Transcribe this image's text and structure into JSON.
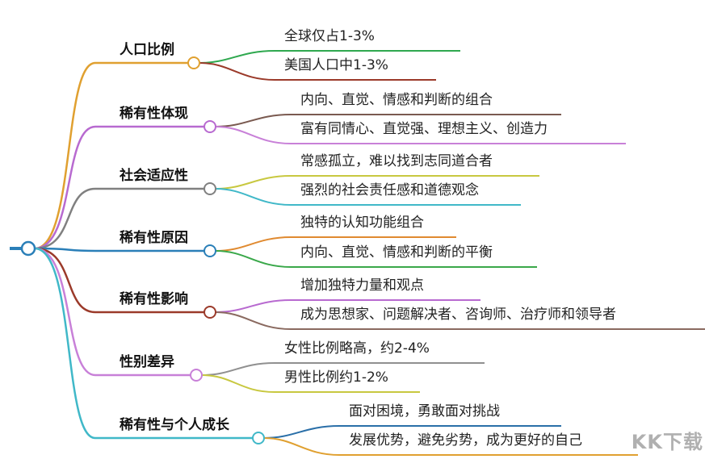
{
  "branches": [
    {
      "label": "人口比例",
      "color": "#e0a030",
      "leaves": [
        {
          "text": "全球仅占1-3%",
          "color": "#2fa84f"
        },
        {
          "text": "美国人口中1-3%",
          "color": "#9b3a2a"
        }
      ]
    },
    {
      "label": "稀有性体现",
      "color": "#b86ad0",
      "leaves": [
        {
          "text": "内向、直觉、情感和判断的组合",
          "color": "#7a5a50"
        },
        {
          "text": "富有同情心、直觉强、理想主义、创造力",
          "color": "#c880d8"
        }
      ]
    },
    {
      "label": "社会适应性",
      "color": "#808080",
      "leaves": [
        {
          "text": "常感孤立，难以找到志同道合者",
          "color": "#c8c840"
        },
        {
          "text": "强烈的社会责任感和道德观念",
          "color": "#40b8c8"
        }
      ]
    },
    {
      "label": "稀有性原因",
      "color": "#2a7fb8",
      "leaves": [
        {
          "text": "独特的认知功能组合",
          "color": "#e08a30"
        },
        {
          "text": "内向、直觉、情感和判断的平衡",
          "color": "#3aa84a"
        }
      ]
    },
    {
      "label": "稀有性影响",
      "color": "#9b3a2a",
      "leaves": [
        {
          "text": "增加独特力量和观点",
          "color": "#b86ad0"
        },
        {
          "text": "成为思想家、问题解决者、咨询师、治疗师和领导者",
          "color": "#8a6a60"
        }
      ]
    },
    {
      "label": "性别差异",
      "color": "#c880d8",
      "leaves": [
        {
          "text": "女性比例略高，约2-4%",
          "color": "#909090"
        },
        {
          "text": "男性比例约1-2%",
          "color": "#c8c840"
        }
      ]
    },
    {
      "label": "稀有性与个人成长",
      "color": "#40b8c8",
      "leaves": [
        {
          "text": "面对困境，勇敢面对挑战",
          "color": "#2a6fa8"
        },
        {
          "text": "发展优势，避免劣势，成为更好的自己",
          "color": "#e0a030"
        }
      ]
    }
  ],
  "root_color": "#2a7fb8",
  "watermark": "KK下载"
}
